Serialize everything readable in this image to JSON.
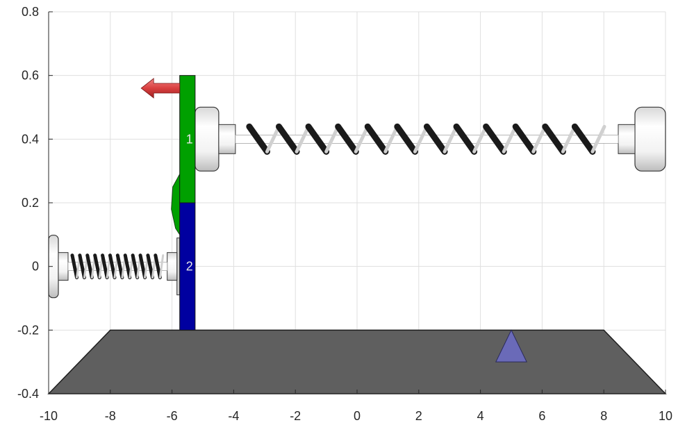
{
  "chart_data": {
    "type": "scatter",
    "title": "",
    "xlabel": "",
    "ylabel": "",
    "xlim": [
      -10,
      10
    ],
    "ylim": [
      -0.4,
      0.8
    ],
    "grid": true,
    "x_ticks": [
      "-10",
      "-8",
      "-6",
      "-4",
      "-2",
      "0",
      "2",
      "4",
      "6",
      "8",
      "10"
    ],
    "y_ticks": [
      "0.8",
      "0.6",
      "0.4",
      "0.2",
      "0",
      "-0.2",
      "-0.4"
    ],
    "ground": {
      "top": [
        [
          -8,
          -0.2
        ],
        [
          8,
          -0.2
        ]
      ],
      "bottom": [
        [
          -10,
          -0.4
        ],
        [
          10,
          -0.4
        ]
      ],
      "color": "#5f5f5f"
    },
    "blocks": [
      {
        "label": "1",
        "x": [
          -5.75,
          -5.25
        ],
        "y": [
          0.2,
          0.6
        ],
        "color": "#00a000"
      },
      {
        "label": "2",
        "x": [
          -5.75,
          -5.25
        ],
        "y": [
          -0.2,
          0.2
        ],
        "color": "#0000a0"
      }
    ],
    "springs": [
      {
        "name": "upper",
        "x": [
          -5.25,
          10
        ],
        "y": 0.4,
        "color": "#1a1a1a"
      },
      {
        "name": "lower",
        "x": [
          -10,
          -5.75
        ],
        "y": 0,
        "color": "#1a1a1a"
      }
    ],
    "force_arrow": {
      "x_from": -5.75,
      "x_to": -7.0,
      "y": 0.56,
      "color": "#d94040"
    },
    "marker": {
      "shape": "triangle",
      "x": 5,
      "y_base": -0.3,
      "y_apex": -0.2,
      "color": "#6a6ab8"
    }
  }
}
